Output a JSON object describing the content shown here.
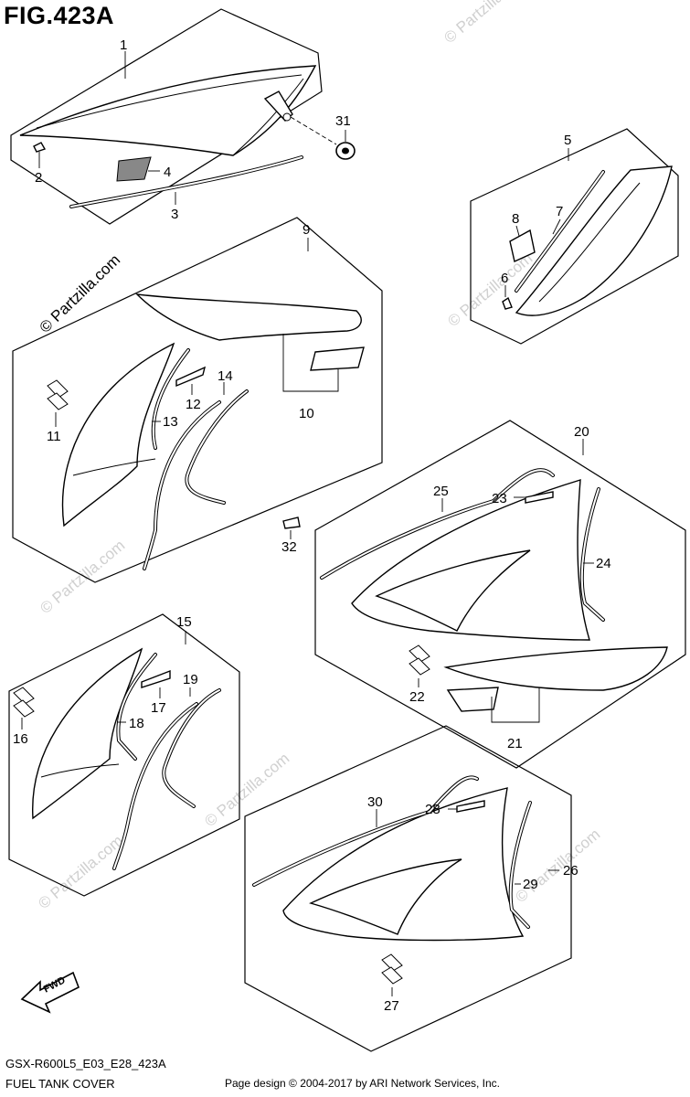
{
  "figure": {
    "title": "FIG.423A",
    "model_code": "GSX-R600L5_E03_E28_423A",
    "name": "FUEL TANK COVER",
    "copyright": "Page design © 2004-2017 by ARI Network Services, Inc.",
    "watermark_diagonal": "© Partzilla.com",
    "watermark": "© Partzilla.com",
    "fwd_label": "FWD"
  },
  "callouts": [
    "1",
    "2",
    "3",
    "4",
    "5",
    "6",
    "7",
    "8",
    "9",
    "10",
    "11",
    "12",
    "13",
    "14",
    "15",
    "16",
    "17",
    "18",
    "19",
    "20",
    "21",
    "22",
    "23",
    "24",
    "25",
    "26",
    "27",
    "28",
    "29",
    "30",
    "31",
    "32"
  ]
}
